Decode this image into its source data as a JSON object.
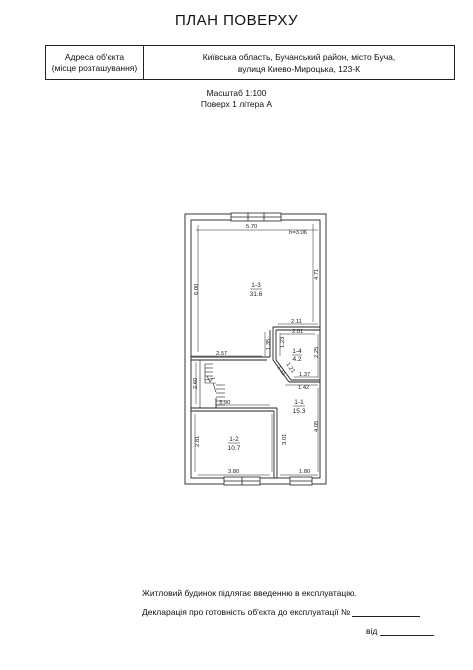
{
  "title": "ПЛАН ПОВЕРХУ",
  "address": {
    "label_line1": "Адреса об'єкта",
    "label_line2": "(місце розташування)",
    "value_line1": "Київська область, Бучанський район, місто Буча,",
    "value_line2": "вулиця Киево-Мироцька, 123-К"
  },
  "scale_text": "Масштаб 1:100",
  "floor_text": "Поверх 1 літера А",
  "plan": {
    "rooms": [
      {
        "id": "1-3",
        "area": "31.6"
      },
      {
        "id": "1-4",
        "area": "4.2"
      },
      {
        "id": "1-1",
        "area": "15.3"
      },
      {
        "id": "1-2",
        "area": "10.7"
      }
    ],
    "dims": {
      "top_width": "5.70",
      "height_mark": "h=3.06",
      "left_height": "6.00",
      "right_upper": "4.71",
      "stair_top": "2.11",
      "stair_inner_top": "2.01",
      "stair_left": "1.35",
      "stair_inner_left": "1.23",
      "stair_right": "2.25",
      "diag_a": "1.21",
      "diag_b": "1.11",
      "stair_bottom": "1.37",
      "hall_top": "1.42",
      "hall_right": "4.05",
      "landing_width": "2.57",
      "landing_height": "2.60",
      "room2_top": "3.90",
      "room2_left": "2.81",
      "room2_right": "3.01",
      "room2_bottom": "3.80",
      "hall_bottom": "1.80"
    }
  },
  "footer": {
    "line1": "Житловий будинок підлягає введенню в експлуатацію.",
    "line2": "Декларація про готовність об'єкта до експлуатації №",
    "line3": "від"
  }
}
